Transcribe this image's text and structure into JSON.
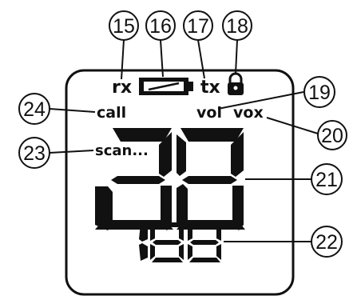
{
  "lcd": {
    "labels": {
      "rx": "rx",
      "tx": "tx",
      "call": "call",
      "vol": "vol",
      "vox": "vox",
      "scan": "scan..."
    }
  },
  "callouts": [
    {
      "number": "15",
      "target": "rx-indicator"
    },
    {
      "number": "16",
      "target": "battery-indicator"
    },
    {
      "number": "17",
      "target": "tx-indicator"
    },
    {
      "number": "18",
      "target": "lock-indicator"
    },
    {
      "number": "19",
      "target": "vol-indicator"
    },
    {
      "number": "20",
      "target": "vox-indicator"
    },
    {
      "number": "21",
      "target": "channel-digits"
    },
    {
      "number": "22",
      "target": "code-digits"
    },
    {
      "number": "23",
      "target": "scan-indicator"
    },
    {
      "number": "24",
      "target": "call-indicator"
    }
  ],
  "colors": {
    "ink": "#111111",
    "background": "#ffffff"
  }
}
